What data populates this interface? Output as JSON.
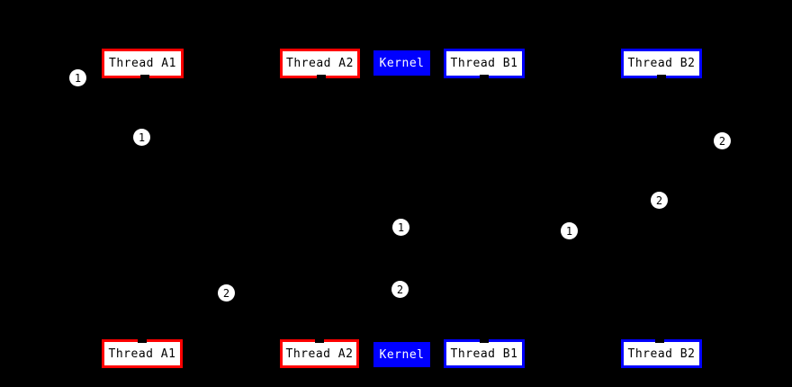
{
  "diagram": {
    "description": "Thread scheduling sequence diagram",
    "background_color": "#000000",
    "colors": {
      "thread_a_border": "#ff0000",
      "thread_b_border": "#0000ff",
      "kernel_fill": "#0000ff",
      "kernel_text": "#ffffff",
      "node_fill": "#ffffff",
      "node_text": "#000000",
      "marker_fill": "#ffffff",
      "marker_text": "#000000"
    },
    "columns": [
      {
        "id": "thread-a1",
        "label": "Thread A1",
        "style": "red"
      },
      {
        "id": "thread-a2",
        "label": "Thread A2",
        "style": "red"
      },
      {
        "id": "kernel",
        "label": "Kernel",
        "style": "kernel"
      },
      {
        "id": "thread-b1",
        "label": "Thread B1",
        "style": "blue"
      },
      {
        "id": "thread-b2",
        "label": "Thread B2",
        "style": "blue"
      }
    ],
    "markers": [
      {
        "label": "1"
      },
      {
        "label": "1"
      },
      {
        "label": "2"
      },
      {
        "label": "2"
      },
      {
        "label": "1"
      },
      {
        "label": "1"
      },
      {
        "label": "2"
      },
      {
        "label": "2"
      }
    ]
  }
}
